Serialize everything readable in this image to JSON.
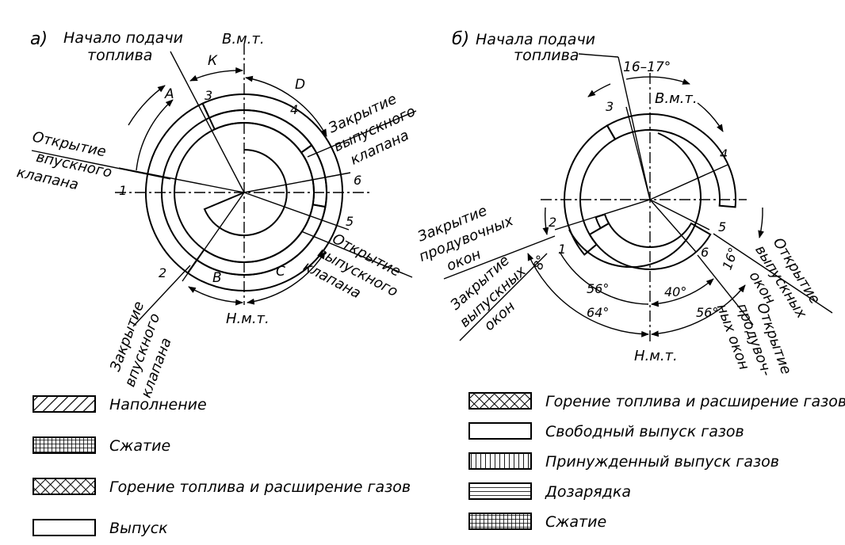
{
  "diagram_a": {
    "label": "а)",
    "fuel_start": "Начало подачи топлива",
    "tdc": "В.м.т.",
    "bdc": "Н.м.т.",
    "arc_k": "К",
    "arc_a": "А",
    "arc_d": "D",
    "arc_b": "В",
    "arc_c": "С",
    "intake_open": "Открытие впускного клапана",
    "intake_close": "Закрытие впускного клапана",
    "exhaust_close": "Закрытие выпускного клапана",
    "exhaust_open": "Открытие выпускного клапана",
    "points": [
      "1",
      "2",
      "3",
      "4",
      "5",
      "6"
    ]
  },
  "diagram_b": {
    "label": "б)",
    "fuel_start": "Начала подачи топлива",
    "angle_top": "16–17°",
    "tdc": "В.м.т.",
    "bdc": "Н.м.т.",
    "scav_close": "Закрытие продувочных окон",
    "exh_close": "Закрытие выпускных окон",
    "exh_open": "Открытие выпускных окон",
    "scav_open": "Открытие продувоч-ных окон",
    "angles": [
      "8°",
      "56°",
      "64°",
      "40°",
      "56°",
      "16°"
    ],
    "points": [
      "1",
      "2",
      "3",
      "4",
      "5",
      "6"
    ]
  },
  "legend_left": [
    {
      "pattern": "hatch",
      "label": "Наполнение"
    },
    {
      "pattern": "grid",
      "label": "Сжатие"
    },
    {
      "pattern": "cross",
      "label": "Горение топлива и расширение газов"
    },
    {
      "pattern": "blank",
      "label": "Выпуск"
    }
  ],
  "legend_right": [
    {
      "pattern": "cross",
      "label": "Горение топлива и расширение газов"
    },
    {
      "pattern": "blank",
      "label": "Свободный выпуск газов"
    },
    {
      "pattern": "vlines",
      "label": "Принужденный выпуск газов"
    },
    {
      "pattern": "hlines",
      "label": "Дозарядка"
    },
    {
      "pattern": "grid",
      "label": "Сжатие"
    }
  ]
}
